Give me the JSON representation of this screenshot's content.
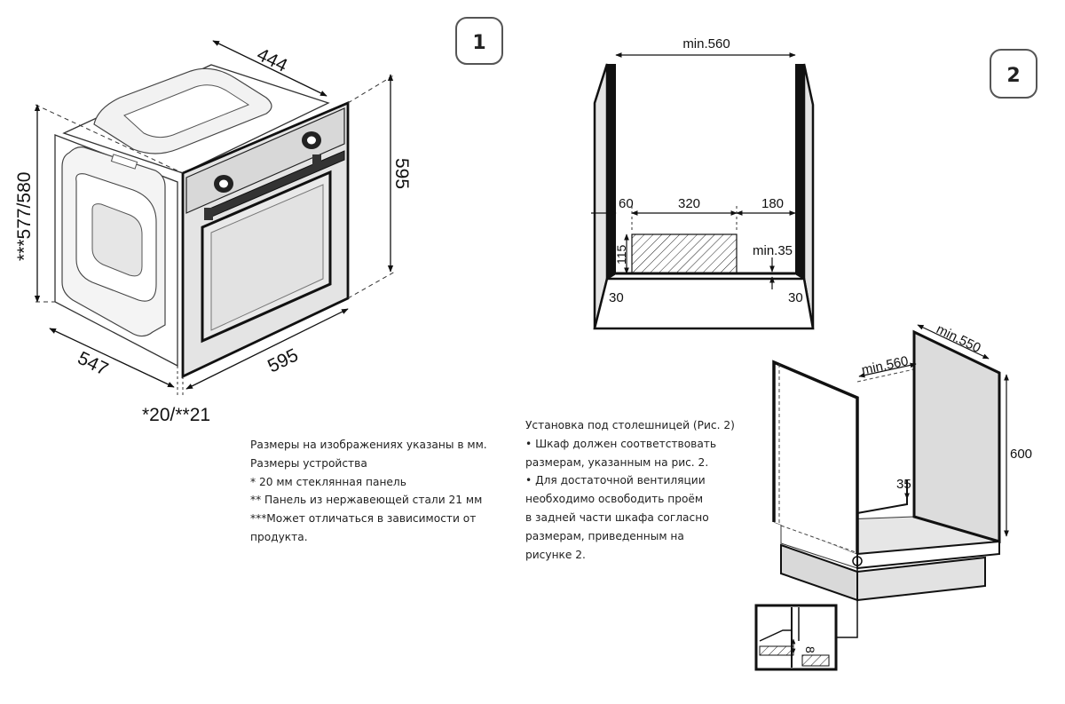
{
  "figure1": {
    "badge": "1",
    "dims": {
      "depth_top": "444",
      "height_right": "595",
      "height_left": "***577/580",
      "depth_bottom": "547",
      "width_bottom": "595",
      "panel": "*20/**21"
    }
  },
  "figure2": {
    "badge": "2",
    "front": {
      "min_width": "min.560",
      "left_gap": "60",
      "opening_width": "320",
      "right_gap": "180",
      "opening_height": "115",
      "min_gap": "min.35",
      "left_30": "30",
      "right_30": "30"
    },
    "iso": {
      "min_depth": "min.550",
      "min_width": "min.560",
      "height": "600",
      "gap": "35",
      "detail": "8"
    }
  },
  "notes_left": [
    "Размеры на изображениях указаны в мм.",
    "Размеры устройства",
    "* 20 мм стеклянная панель",
    "** Панель из нержавеющей стали 21 мм",
    "***Может отличаться в зависимости от",
    "продукта."
  ],
  "notes_right": [
    "Установка под столешницей (Рис. 2)",
    "• Шкаф должен соответствовать",
    "размерам, указанным на рис. 2.",
    "• Для достаточной вентиляции",
    "необходимо освободить проём",
    "в задней части шкафа согласно",
    "размерам, приведенным на",
    "рисунке 2."
  ]
}
